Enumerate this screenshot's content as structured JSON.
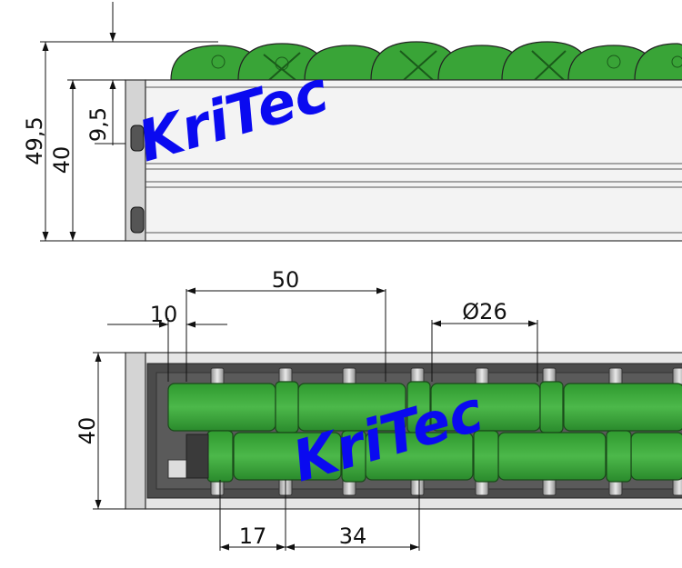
{
  "watermark": "KriTec",
  "top_view": {
    "dims": {
      "total_height": "49,5",
      "profile_height": "40",
      "roller_offset": "9,5"
    }
  },
  "front_view": {
    "dims": {
      "edge": "10",
      "pitch": "50",
      "diameter": "Ø26",
      "height": "40",
      "spacing_a": "17",
      "spacing_b": "34"
    }
  },
  "colors": {
    "roller": "#3aa63a",
    "roller_dark": "#1e7a23",
    "frame": "#c9c9c9",
    "profile": "#4a4a4a",
    "watermark": "#0a0af0"
  }
}
